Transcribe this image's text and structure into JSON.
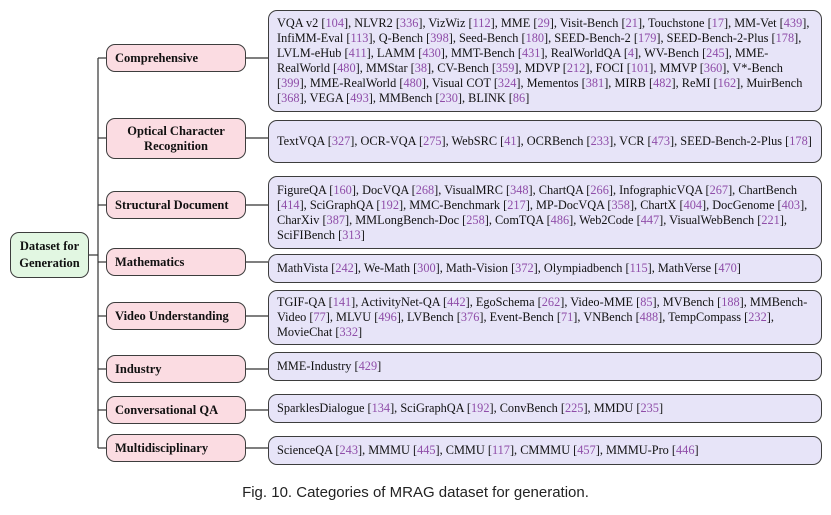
{
  "figure": {
    "root": {
      "line1": "Dataset for",
      "line2": "Generation"
    },
    "caption": "Fig. 10.  Categories of MRAG dataset for generation.",
    "colors": {
      "root_bg": "#e2f7e2",
      "category_bg": "#fbdce2",
      "dataset_bg": "#e7e4f8",
      "citation": "#8f4da8",
      "border": "#3d3d3d"
    },
    "rows": [
      {
        "category": "Comprehensive",
        "items": [
          {
            "name": "VQA v2",
            "cite": "104"
          },
          {
            "name": "NLVR2",
            "cite": "336"
          },
          {
            "name": "VizWiz",
            "cite": "112"
          },
          {
            "name": "MME",
            "cite": "29"
          },
          {
            "name": "Visit-Bench",
            "cite": "21"
          },
          {
            "name": "Touchstone",
            "cite": "17"
          },
          {
            "name": "MM-Vet",
            "cite": "439"
          },
          {
            "name": "InfiMM-Eval",
            "cite": "113"
          },
          {
            "name": "Q-Bench",
            "cite": "398"
          },
          {
            "name": "Seed-Bench",
            "cite": "180"
          },
          {
            "name": "SEED-Bench-2",
            "cite": "179"
          },
          {
            "name": "SEED-Bench-2-Plus",
            "cite": "178"
          },
          {
            "name": "LVLM-eHub",
            "cite": "411"
          },
          {
            "name": "LAMM",
            "cite": "430"
          },
          {
            "name": "MMT-Bench",
            "cite": "431"
          },
          {
            "name": "RealWorldQA",
            "cite": "4"
          },
          {
            "name": "WV-Bench",
            "cite": "245"
          },
          {
            "name": "MME-RealWorld",
            "cite": "480"
          },
          {
            "name": "MMStar",
            "cite": "38"
          },
          {
            "name": "CV-Bench",
            "cite": "359"
          },
          {
            "name": "MDVP",
            "cite": "212"
          },
          {
            "name": "FOCI",
            "cite": "101"
          },
          {
            "name": "MMVP",
            "cite": "360"
          },
          {
            "name": "V*-Bench",
            "cite": "399"
          },
          {
            "name": "MME-RealWorld",
            "cite": "480"
          },
          {
            "name": "Visual COT",
            "cite": "324"
          },
          {
            "name": "Mementos",
            "cite": "381"
          },
          {
            "name": "MIRB",
            "cite": "482"
          },
          {
            "name": "ReMI",
            "cite": "162"
          },
          {
            "name": "MuirBench",
            "cite": "368"
          },
          {
            "name": "VEGA",
            "cite": "493"
          },
          {
            "name": "MMBench",
            "cite": "230"
          },
          {
            "name": "BLINK",
            "cite": "86"
          }
        ]
      },
      {
        "category": "Optical Character Recognition",
        "items": [
          {
            "name": "TextVQA",
            "cite": "327"
          },
          {
            "name": "OCR-VQA",
            "cite": "275"
          },
          {
            "name": "WebSRC",
            "cite": "41"
          },
          {
            "name": "OCRBench",
            "cite": "233"
          },
          {
            "name": "VCR",
            "cite": "473"
          },
          {
            "name": "SEED-Bench-2-Plus",
            "cite": "178"
          }
        ]
      },
      {
        "category": "Structural Document",
        "items": [
          {
            "name": "FigureQA",
            "cite": "160"
          },
          {
            "name": "DocVQA",
            "cite": "268"
          },
          {
            "name": "VisualMRC",
            "cite": "348"
          },
          {
            "name": "ChartQA",
            "cite": "266"
          },
          {
            "name": "InfographicVQA",
            "cite": "267"
          },
          {
            "name": "ChartBench",
            "cite": "414"
          },
          {
            "name": "SciGraphQA",
            "cite": "192"
          },
          {
            "name": "MMC-Benchmark",
            "cite": "217"
          },
          {
            "name": "MP-DocVQA",
            "cite": "358"
          },
          {
            "name": "ChartX",
            "cite": "404"
          },
          {
            "name": "DocGenome",
            "cite": "403"
          },
          {
            "name": "CharXiv",
            "cite": "387"
          },
          {
            "name": "MMLongBench-Doc",
            "cite": "258"
          },
          {
            "name": "ComTQA",
            "cite": "486"
          },
          {
            "name": "Web2Code",
            "cite": "447"
          },
          {
            "name": "VisualWebBench",
            "cite": "221"
          },
          {
            "name": "SciFIBench",
            "cite": "313"
          }
        ]
      },
      {
        "category": "Mathematics",
        "items": [
          {
            "name": "MathVista",
            "cite": "242"
          },
          {
            "name": "We-Math",
            "cite": "300"
          },
          {
            "name": "Math-Vision",
            "cite": "372"
          },
          {
            "name": "Olympiadbench",
            "cite": "115"
          },
          {
            "name": "MathVerse",
            "cite": "470"
          }
        ]
      },
      {
        "category": "Video Understanding",
        "items": [
          {
            "name": "TGIF-QA",
            "cite": "141"
          },
          {
            "name": "ActivityNet-QA",
            "cite": "442"
          },
          {
            "name": "EgoSchema",
            "cite": "262"
          },
          {
            "name": "Video-MME",
            "cite": "85"
          },
          {
            "name": "MVBench",
            "cite": "188"
          },
          {
            "name": "MMBench-Video",
            "cite": "77"
          },
          {
            "name": "MLVU",
            "cite": "496"
          },
          {
            "name": "LVBench",
            "cite": "376"
          },
          {
            "name": "Event-Bench",
            "cite": "71"
          },
          {
            "name": "VNBench",
            "cite": "488"
          },
          {
            "name": "TempCompass",
            "cite": "232"
          },
          {
            "name": "MovieChat",
            "cite": "332"
          }
        ]
      },
      {
        "category": "Industry",
        "items": [
          {
            "name": "MME-Industry",
            "cite": "429"
          }
        ]
      },
      {
        "category": "Conversational QA",
        "items": [
          {
            "name": "SparklesDialogue",
            "cite": "134"
          },
          {
            "name": "SciGraphQA",
            "cite": "192"
          },
          {
            "name": "ConvBench",
            "cite": "225"
          },
          {
            "name": "MMDU",
            "cite": "235"
          }
        ]
      },
      {
        "category": "Multidisciplinary",
        "items": [
          {
            "name": "ScienceQA",
            "cite": "243"
          },
          {
            "name": "MMMU",
            "cite": "445"
          },
          {
            "name": "CMMU",
            "cite": "117"
          },
          {
            "name": "CMMMU",
            "cite": "457"
          },
          {
            "name": "MMMU-Pro",
            "cite": "446"
          }
        ]
      }
    ]
  }
}
